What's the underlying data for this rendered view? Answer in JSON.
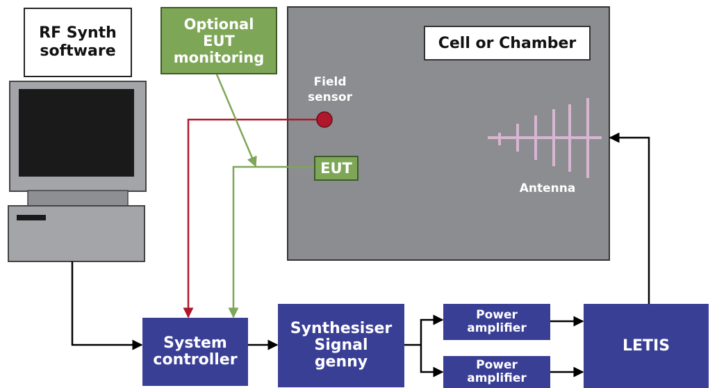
{
  "labels": {
    "rf_synth": "RF Synth\nsoftware",
    "optional_eut": "Optional\nEUT\nmonitoring",
    "cell_or_chamber": "Cell or Chamber",
    "field_sensor": "Field\nsensor",
    "eut": "EUT",
    "antenna": "Antenna",
    "system_controller": "System\ncontroller",
    "synthesiser": "Synthesiser\nSignal\ngenny",
    "power_amplifier_1": "Power\namplifier",
    "power_amplifier_2": "Power\namplifier",
    "letis": "LETIS"
  },
  "colors": {
    "chamber": "#8c8d91",
    "blue_box": "#3a3f96",
    "green": "#7ea657",
    "red": "#b0172b",
    "antenna": "#d7b6d1",
    "computer": "#a4a5a9",
    "screen": "#1a1a1a"
  }
}
